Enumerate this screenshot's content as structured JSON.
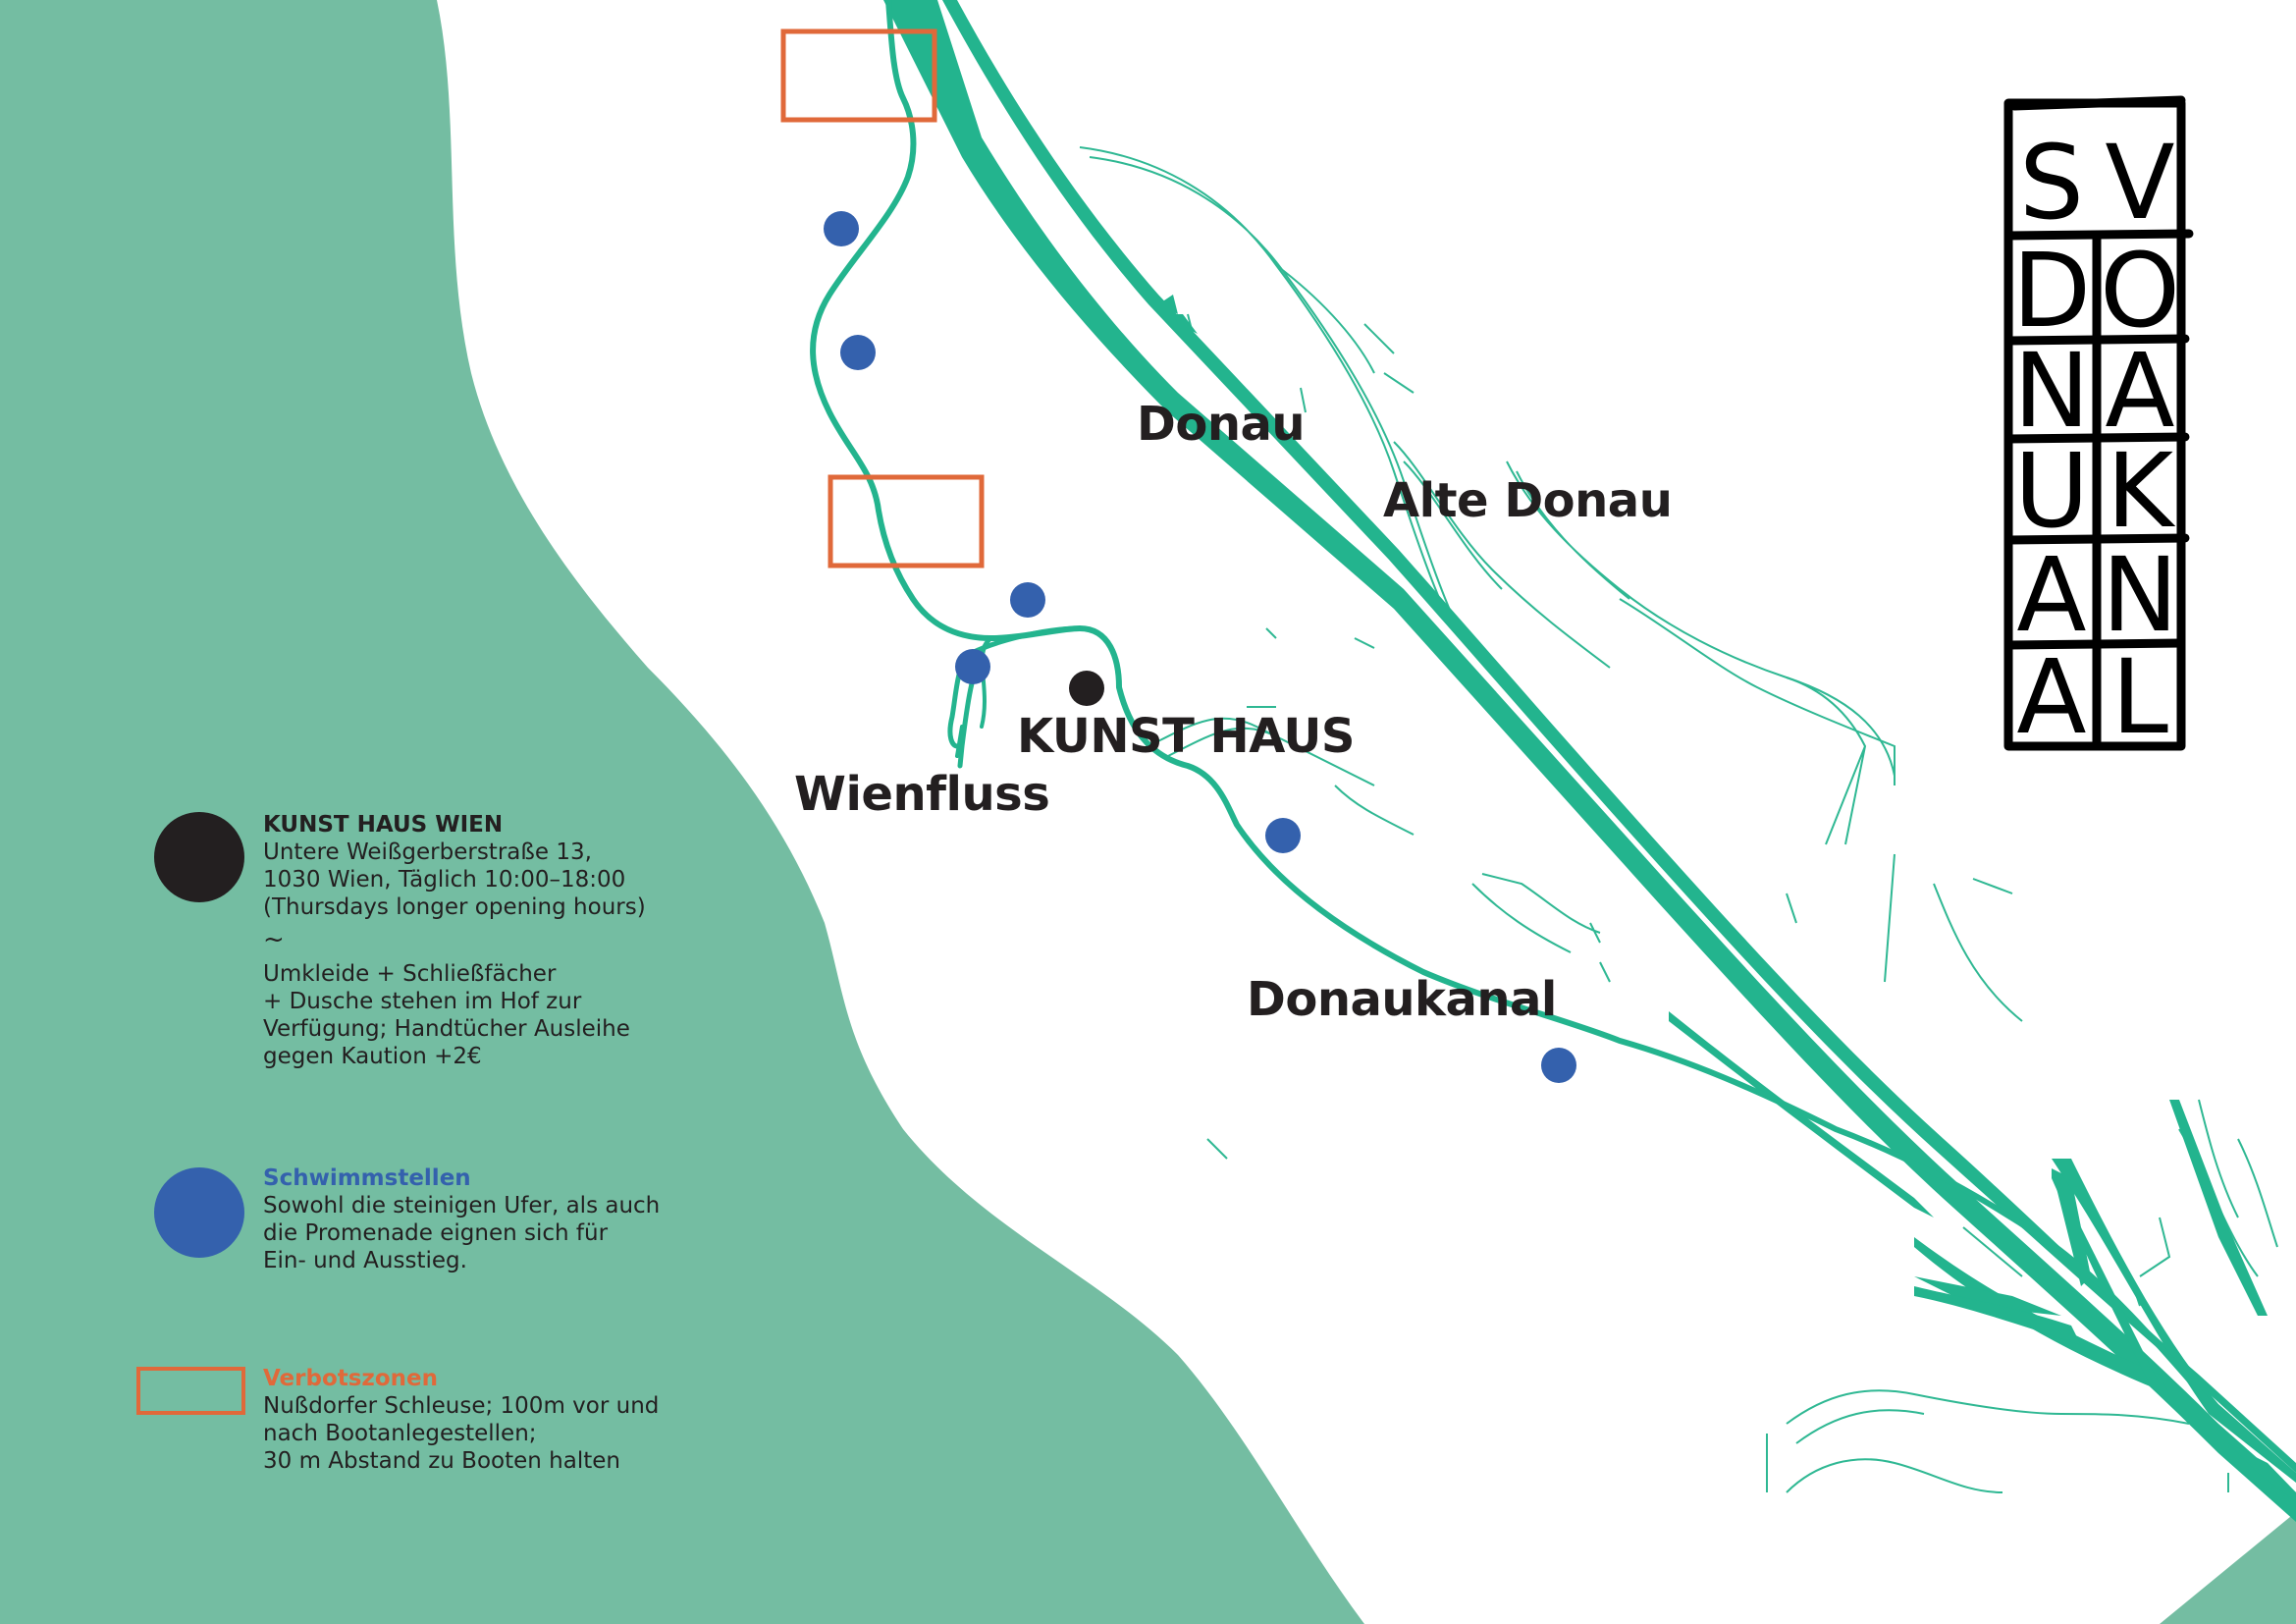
{
  "colors": {
    "land": "#74bda2",
    "river": "#23b48e",
    "river_outline": "#2fb893",
    "swim": "#3461ad",
    "kunsthaus": "#231f20",
    "zone": "#e0693a",
    "text": "#231f20"
  },
  "title_grid": {
    "letters": [
      "S",
      "V",
      "D",
      "O",
      "N",
      "A",
      "U",
      "K",
      "A",
      "N",
      "A",
      "L"
    ]
  },
  "labels": {
    "donau": "Donau",
    "alte_donau": "Alte Donau",
    "kunsthaus": "KUNST HAUS",
    "wienfluss": "Wienfluss",
    "donaukanal": "Donaukanal"
  },
  "legend": {
    "kunsthaus": {
      "title": "KUNST HAUS WIEN",
      "address": "Untere Weißgerberstraße 13,\n1030 Wien, Täglich 10:00–18:00\n(Thursdays longer opening hours)",
      "separator": "~",
      "info": "Umkleide + Schließfächer\n+ Dusche stehen im Hof zur\nVerfügung; Handtücher Ausleihe\ngegen Kaution +2€"
    },
    "swim": {
      "title": "Schwimmstellen",
      "text": "Sowohl die steinigen Ufer, als auch\ndie Promenade eignen sich für\nEin- und Ausstieg."
    },
    "zones": {
      "title": "Verbotszonen",
      "text": "Nußdorfer Schleuse; 100m vor und\nnach Bootanlegestellen;\n30 m Abstand zu Booten halten"
    }
  }
}
